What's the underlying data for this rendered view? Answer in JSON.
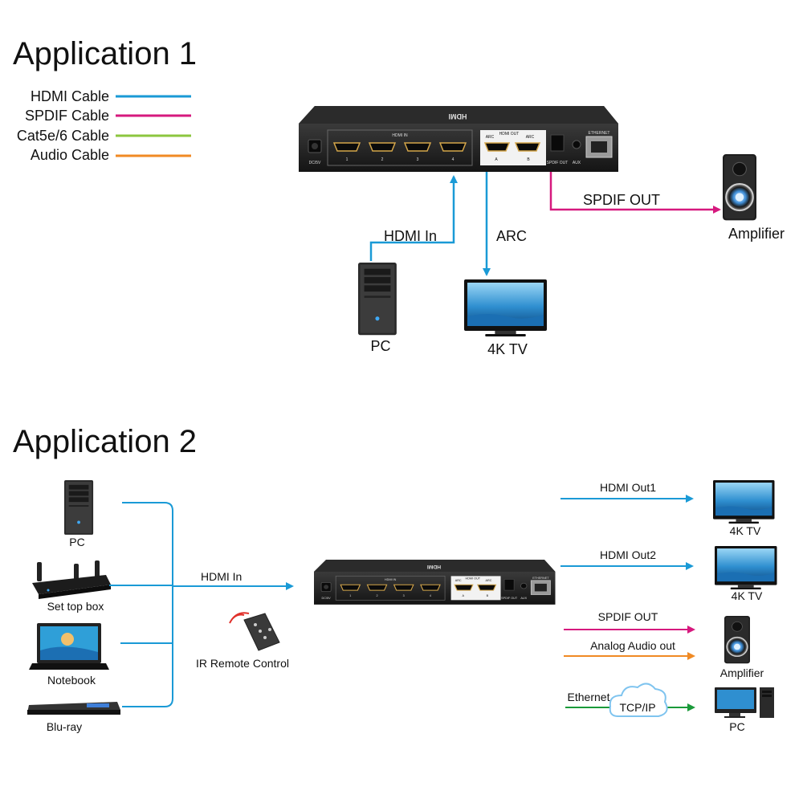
{
  "app1": {
    "title": "Application 1",
    "legend": [
      {
        "label": "HDMI Cable",
        "color": "#1a9ad6"
      },
      {
        "label": "SPDIF Cable",
        "color": "#d6197e"
      },
      {
        "label": "Cat5e/6 Cable",
        "color": "#8cc63f"
      },
      {
        "label": "Audio Cable",
        "color": "#f08a24"
      }
    ],
    "links": {
      "hdmi_in": "HDMI  In",
      "arc": "ARC",
      "spdif_out": "SPDIF OUT"
    },
    "devices": {
      "pc": "PC",
      "tv": "4K TV",
      "amplifier": "Amplifier"
    }
  },
  "device_panel": {
    "hdmi_in": "HDMI IN",
    "ports": [
      "1",
      "2",
      "3",
      "4"
    ],
    "hdmi_out": "HDMI OUT",
    "arc": "ARC",
    "out_ports": [
      "A",
      "B"
    ],
    "dc": "DC/5V",
    "spdif_out": "SPDIF OUT",
    "aux": "AUX",
    "ethernet": "ETHERNET",
    "brand": "HDMI"
  },
  "app2": {
    "title": "Application 2",
    "inputs": [
      "PC",
      "Set top box",
      "Notebook",
      "Blu-ray"
    ],
    "hdmi_in": "HDMI  In",
    "remote": "IR Remote Control",
    "outputs": {
      "hdmi_out1": "HDMI  Out1",
      "hdmi_out2": "HDMI  Out2",
      "spdif_out": "SPDIF OUT",
      "analog": "Analog Audio out",
      "ethernet": "Ethernet",
      "tcpip": "TCP/IP"
    },
    "devices": {
      "tv1": "4K TV",
      "tv2": "4K TV",
      "amplifier": "Amplifier",
      "pc": "PC"
    }
  },
  "colors": {
    "hdmi": "#1a9ad6",
    "spdif": "#d6197e",
    "cat": "#8cc63f",
    "audio": "#f08a24",
    "ethernet": "#1a9a3a"
  }
}
